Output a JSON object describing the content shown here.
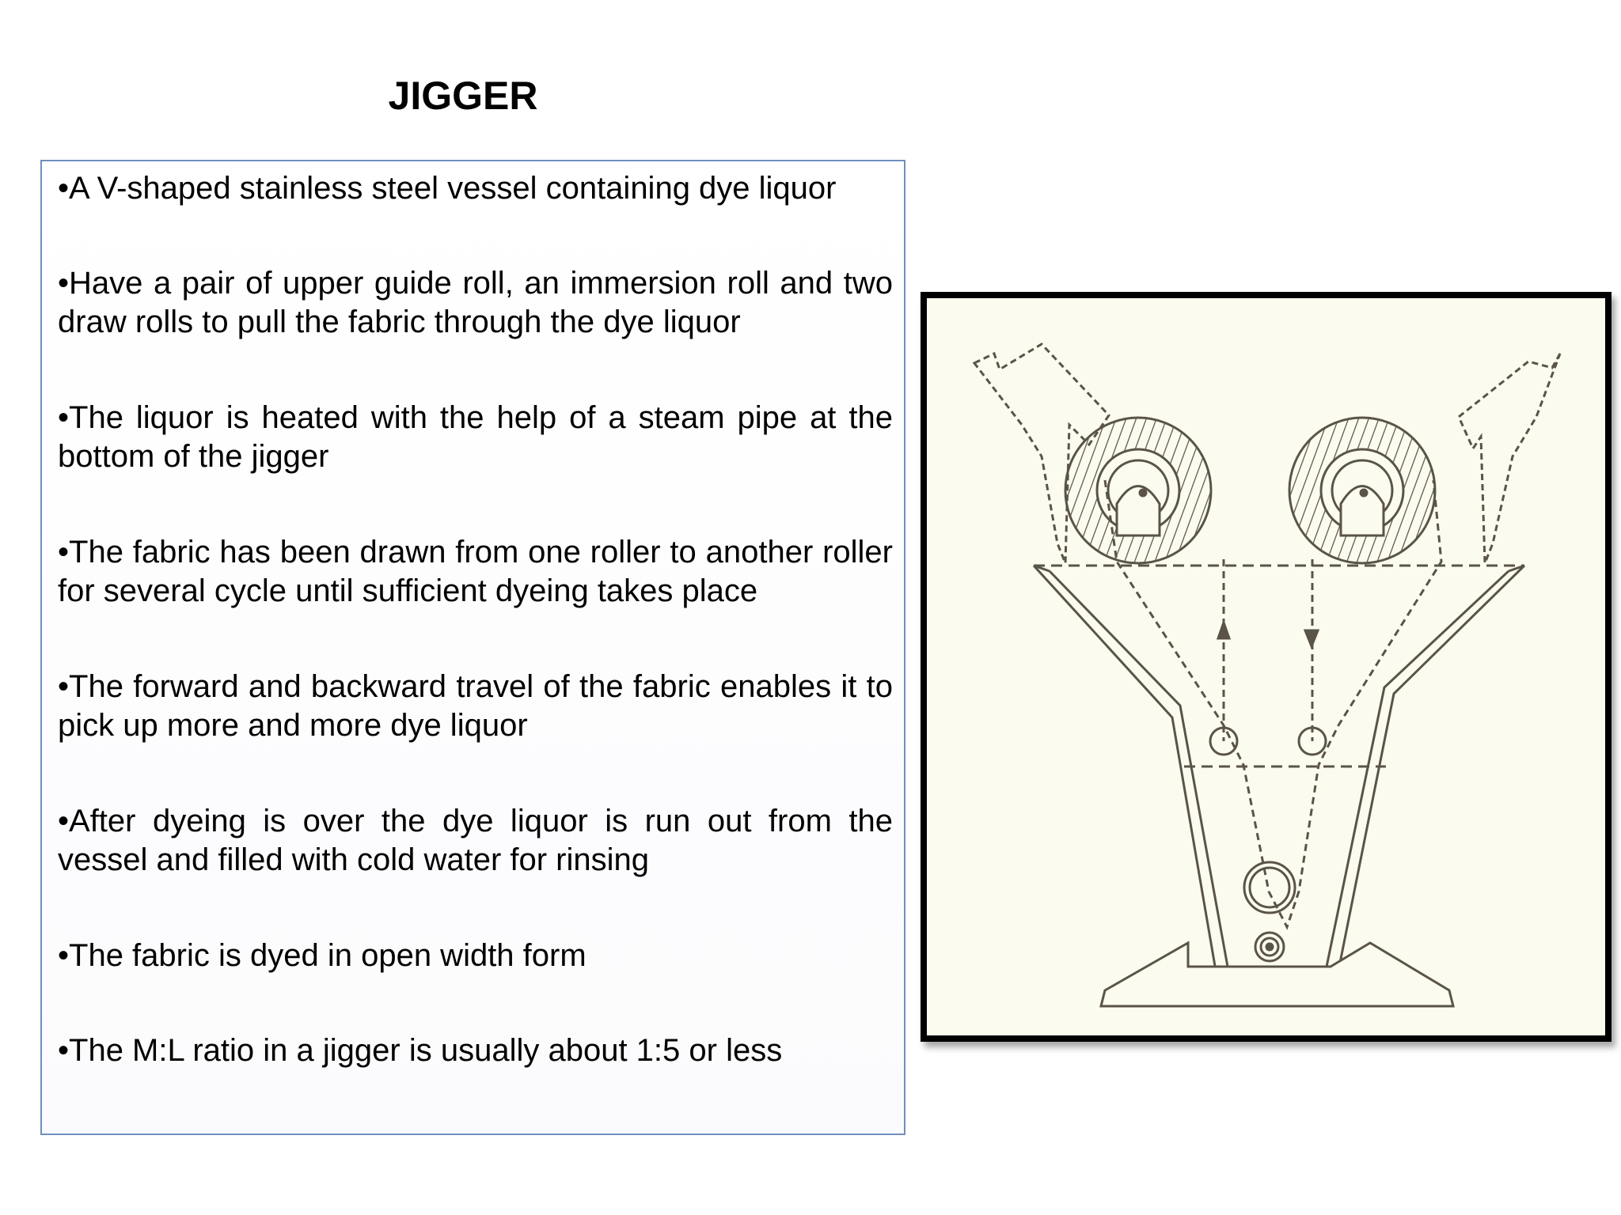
{
  "slide": {
    "title": "JIGGER",
    "bullet_symbol": "•",
    "bullets": [
      "A V-shaped stainless steel vessel containing dye liquor",
      "Have a pair of upper guide roll, an immersion roll and two draw rolls to pull the fabric through the dye liquor",
      "The liquor is heated with the help of a steam pipe at the bottom of the jigger",
      "The fabric has been drawn from one roller to another roller for several cycle until sufficient dyeing takes place",
      "The forward and backward travel of the fabric enables it to pick up more and more dye liquor",
      "After dyeing is over the dye liquor is run out from the vessel and filled with cold water for rinsing",
      "The fabric is dyed in open width form",
      "The M:L ratio in a jigger is usually about 1:5 or less"
    ]
  },
  "figure": {
    "description_icon": "jigger-diagram",
    "background_color": "#fcfbef",
    "line_color": "#5a5448"
  }
}
